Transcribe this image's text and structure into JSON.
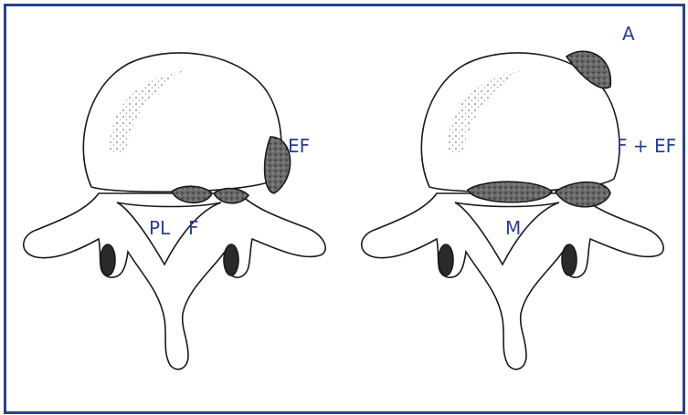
{
  "figure": {
    "panel_label": "A",
    "left": {
      "labels": {
        "a": "EF",
        "b": "PL",
        "c": "F"
      }
    },
    "right": {
      "labels": {
        "a": "F + EF",
        "b": "M"
      }
    }
  },
  "colors": {
    "frame": "#2b3f8f",
    "label": "#2b3f8f",
    "ink": "#1a1a1a",
    "shade": "#555555"
  }
}
